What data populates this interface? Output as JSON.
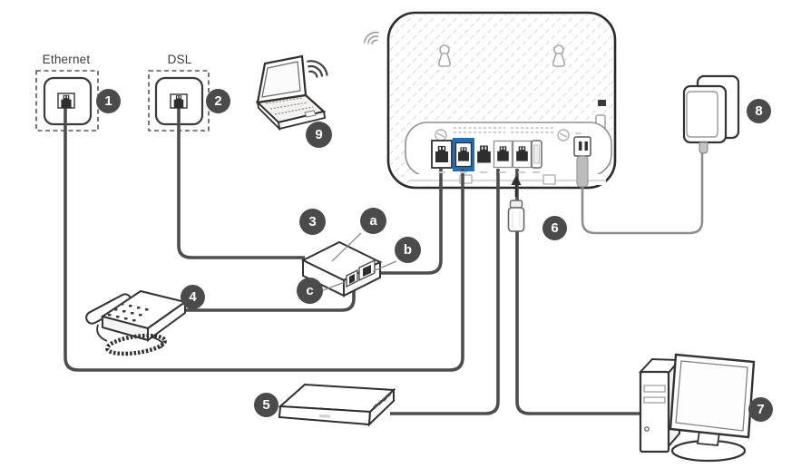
{
  "diagram": {
    "type": "hardware-connection-diagram",
    "subject": "Wireless DSL router rear panel with connected devices",
    "wall_jacks": [
      {
        "label": "Ethernet",
        "badge": "1"
      },
      {
        "label": "DSL",
        "badge": "2"
      }
    ],
    "callouts": [
      {
        "badge": "1",
        "target": "ethernet-wall-jack"
      },
      {
        "badge": "2",
        "target": "dsl-wall-jack"
      },
      {
        "badge": "3",
        "target": "splitter"
      },
      {
        "badge": "a",
        "target": "splitter-line-port"
      },
      {
        "badge": "b",
        "target": "splitter-modem-port"
      },
      {
        "badge": "c",
        "target": "splitter-phone-port"
      },
      {
        "badge": "4",
        "target": "telephone"
      },
      {
        "badge": "5",
        "target": "set-top-box"
      },
      {
        "badge": "6",
        "target": "usb-storage-device"
      },
      {
        "badge": "7",
        "target": "desktop-computer"
      },
      {
        "badge": "8",
        "target": "power-adapter"
      },
      {
        "badge": "9",
        "target": "wifi-laptop"
      }
    ],
    "connections": [
      {
        "from": "ethernet-wall-jack",
        "to": "router-wan-port-blue"
      },
      {
        "from": "dsl-wall-jack",
        "to": "splitter-line-port-a"
      },
      {
        "from": "splitter-modem-port-b",
        "to": "router-dsl-port"
      },
      {
        "from": "telephone",
        "to": "splitter-phone-port-c"
      },
      {
        "from": "router-lan-port",
        "to": "set-top-box"
      },
      {
        "from": "router-lan-port",
        "to": "desktop-computer"
      },
      {
        "from": "power-adapter",
        "to": "router-power-port"
      },
      {
        "from": "usb-storage-device",
        "to": "router-usb-port"
      },
      {
        "from": "wifi-laptop",
        "to": "router-wifi"
      }
    ],
    "colors": {
      "cable": "#4d4d4d",
      "power_cord": "#8d8d8d",
      "badge": "#4b4b4b",
      "wan_port_highlight": "#1d6fb8",
      "outline": "#333333",
      "hatch": "#d6d6d6"
    }
  }
}
